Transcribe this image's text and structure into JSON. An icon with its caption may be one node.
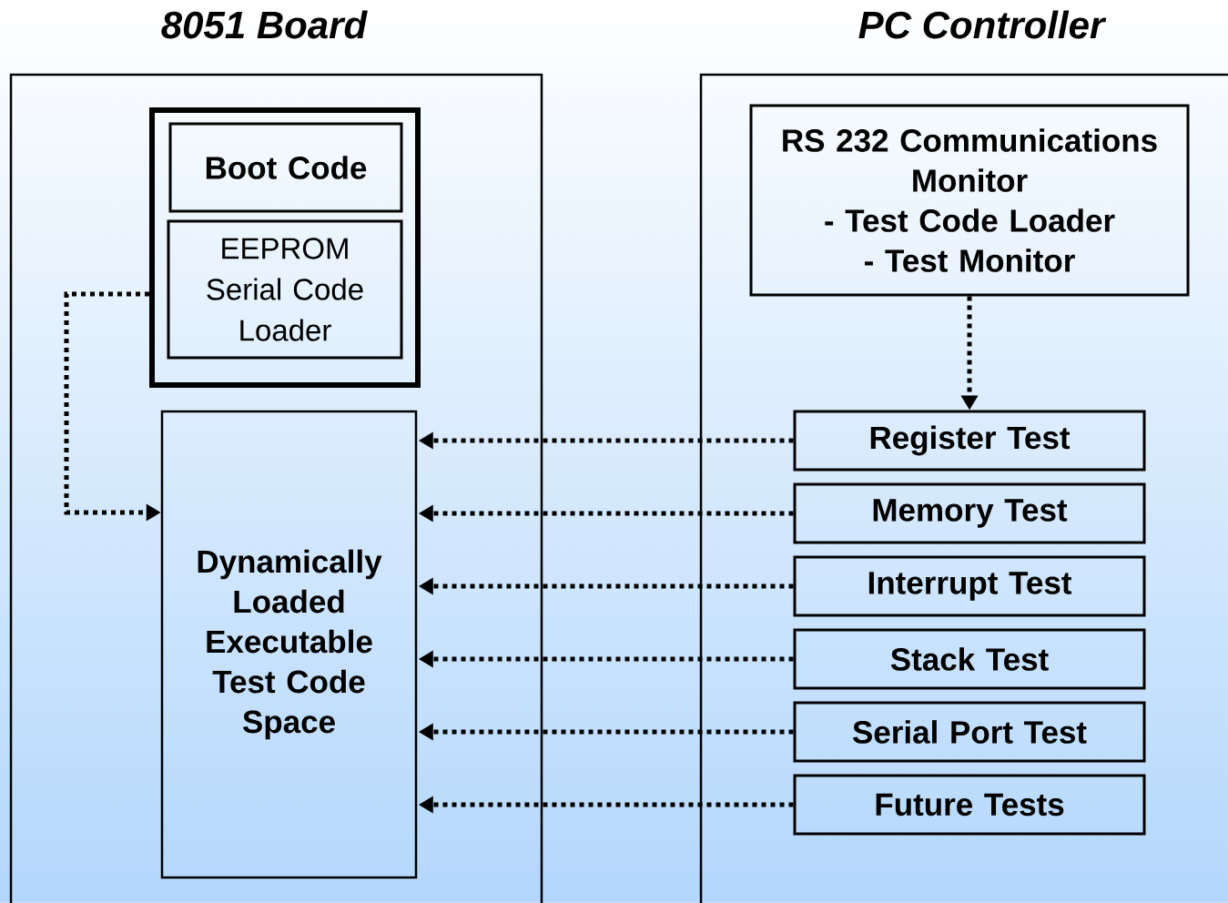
{
  "diagram": {
    "nodes": [
      {
        "text": [
          "8051 Board"
        ]
      },
      {
        "text": [],
        "shape": "box",
        "in": 0
      },
      {
        "text": [
          "Boot Code"
        ],
        "in": 1
      },
      {
        "text": [
          "EEPROM Serial Code Loader"
        ],
        "in": 1
      },
      {
        "text": [
          "Dynamically Loaded Executable Test Code Space"
        ],
        "in": 0
      },
      {
        "text": [
          "PC Controller"
        ]
      },
      {
        "text": [
          "RS 232 Communications Monitor",
          "- Test Code Loader",
          "- Test Monitor"
        ],
        "in": 5
      },
      {
        "text": [
          "Register Test"
        ],
        "in": 5
      },
      {
        "text": [
          "Memory Test"
        ],
        "in": 5
      },
      {
        "text": [
          "Interrupt Test"
        ],
        "in": 5
      },
      {
        "text": [
          "Stack Test"
        ],
        "in": 5
      },
      {
        "text": [
          "Serial Port Test"
        ],
        "in": 5
      },
      {
        "text": [
          "Future Tests"
        ],
        "in": 5
      }
    ],
    "edges": [
      {
        "from": 1,
        "to": 4,
        "arrow": "to"
      },
      {
        "from": 6,
        "to": 7,
        "arrow": "to"
      },
      {
        "from": 7,
        "to": 4,
        "arrow": "to"
      },
      {
        "from": 8,
        "to": 4,
        "arrow": "to"
      },
      {
        "from": 9,
        "to": 4,
        "arrow": "to"
      },
      {
        "from": 10,
        "to": 4,
        "arrow": "to"
      },
      {
        "from": 11,
        "to": 4,
        "arrow": "to"
      },
      {
        "from": 12,
        "to": 4,
        "arrow": "to"
      }
    ]
  }
}
